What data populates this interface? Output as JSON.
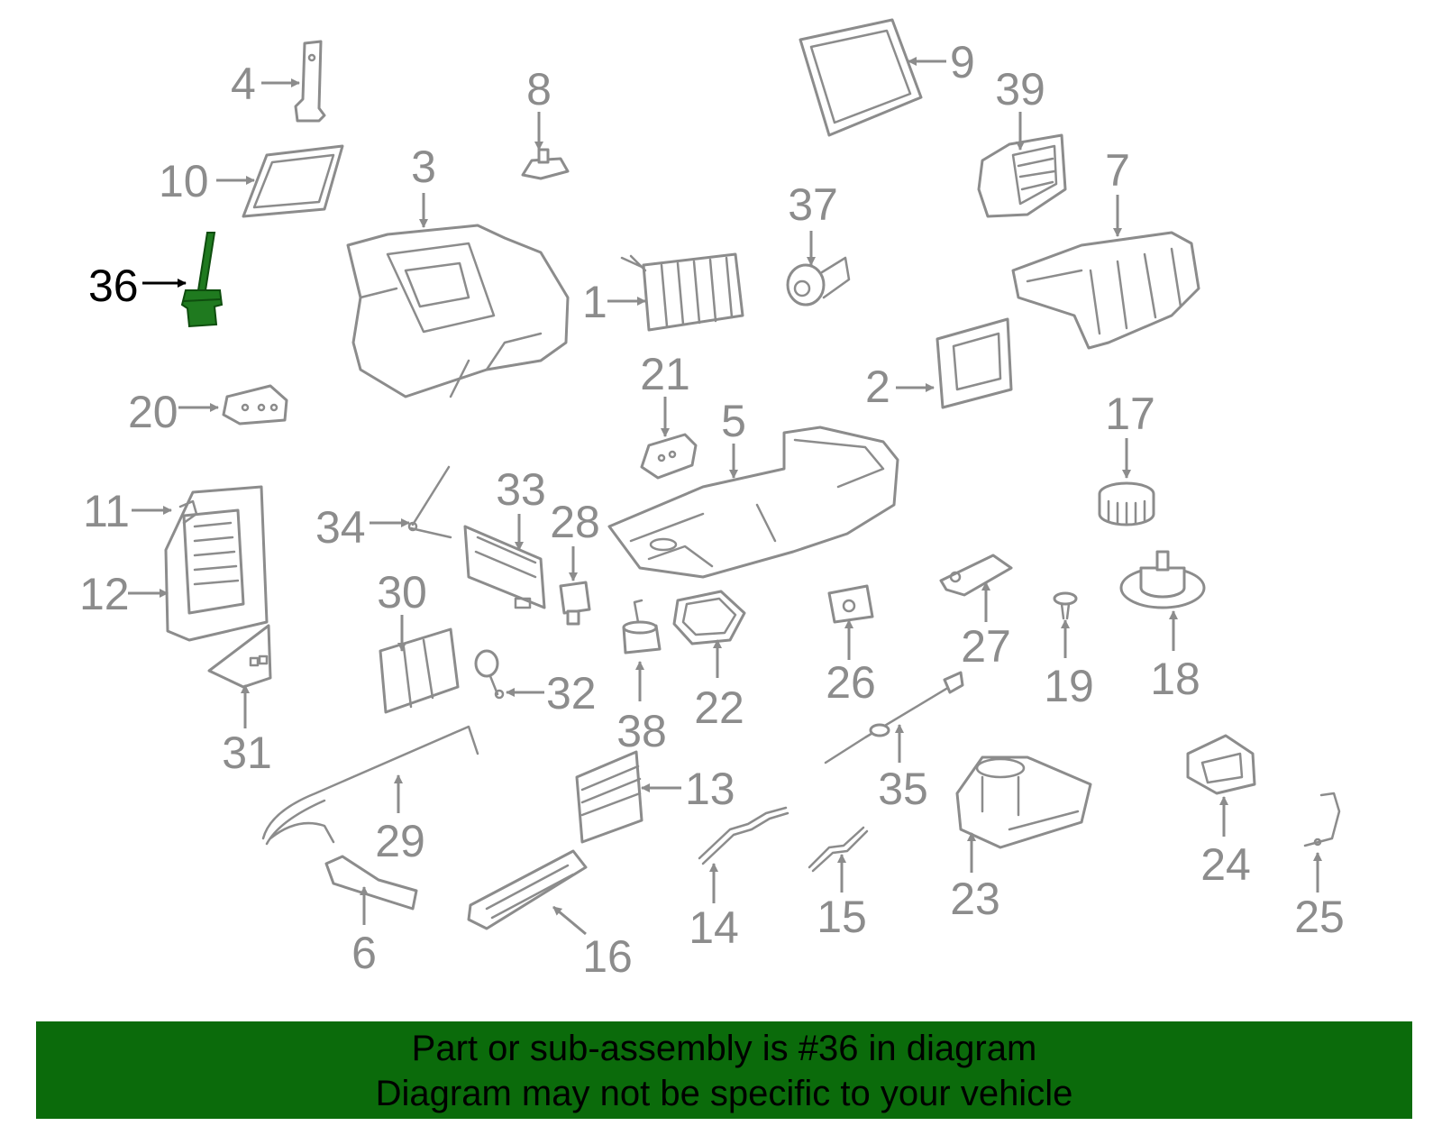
{
  "colors": {
    "line": "#8c8c8c",
    "highlight_part": "#1f7a1f",
    "highlight_label": "#000000",
    "banner_bg": "#0b6b0b",
    "banner_text": "#000000"
  },
  "diagram": {
    "highlighted": "36",
    "labels": [
      "1",
      "2",
      "3",
      "4",
      "5",
      "6",
      "7",
      "8",
      "9",
      "10",
      "11",
      "12",
      "13",
      "14",
      "15",
      "16",
      "17",
      "18",
      "19",
      "20",
      "21",
      "22",
      "23",
      "24",
      "25",
      "26",
      "27",
      "28",
      "29",
      "30",
      "31",
      "32",
      "33",
      "34",
      "35",
      "36",
      "37",
      "38",
      "39"
    ]
  },
  "banner": {
    "line1": "Part or sub-assembly is #36 in diagram",
    "line2": "Diagram may not be specific to your vehicle"
  }
}
